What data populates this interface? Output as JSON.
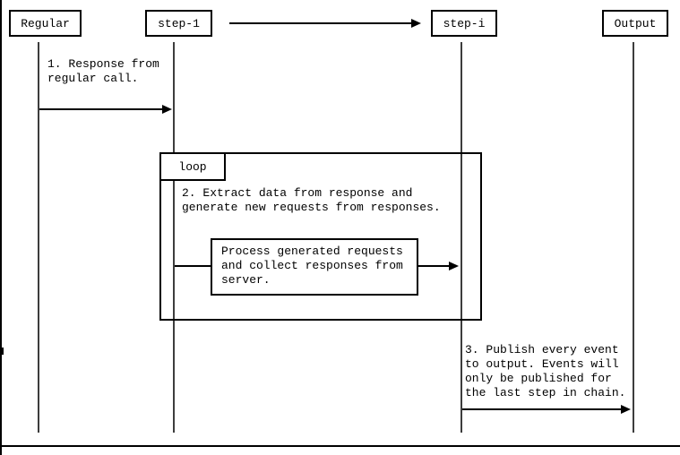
{
  "colors": {
    "line": "#000000",
    "background": "#ffffff",
    "lifeline": "#3d3d3d",
    "text": "#000000"
  },
  "diagram": {
    "type": "sequence",
    "actors": [
      {
        "label": "Regular"
      },
      {
        "label": "step-1"
      },
      {
        "label": "step-i"
      },
      {
        "label": "Output"
      }
    ],
    "loop_fragment": {
      "label": "loop"
    },
    "messages": {
      "m1": {
        "text": "1. Response from\nregular call."
      },
      "m2_note": {
        "text": "2. Extract data from response and\ngenerate new requests from responses."
      },
      "m2_box": {
        "text": "Process generated requests\nand collect responses from\nserver."
      },
      "m3": {
        "text": "3. Publish every event\nto output. Events will\nonly be published for\nthe last step in chain."
      }
    }
  }
}
